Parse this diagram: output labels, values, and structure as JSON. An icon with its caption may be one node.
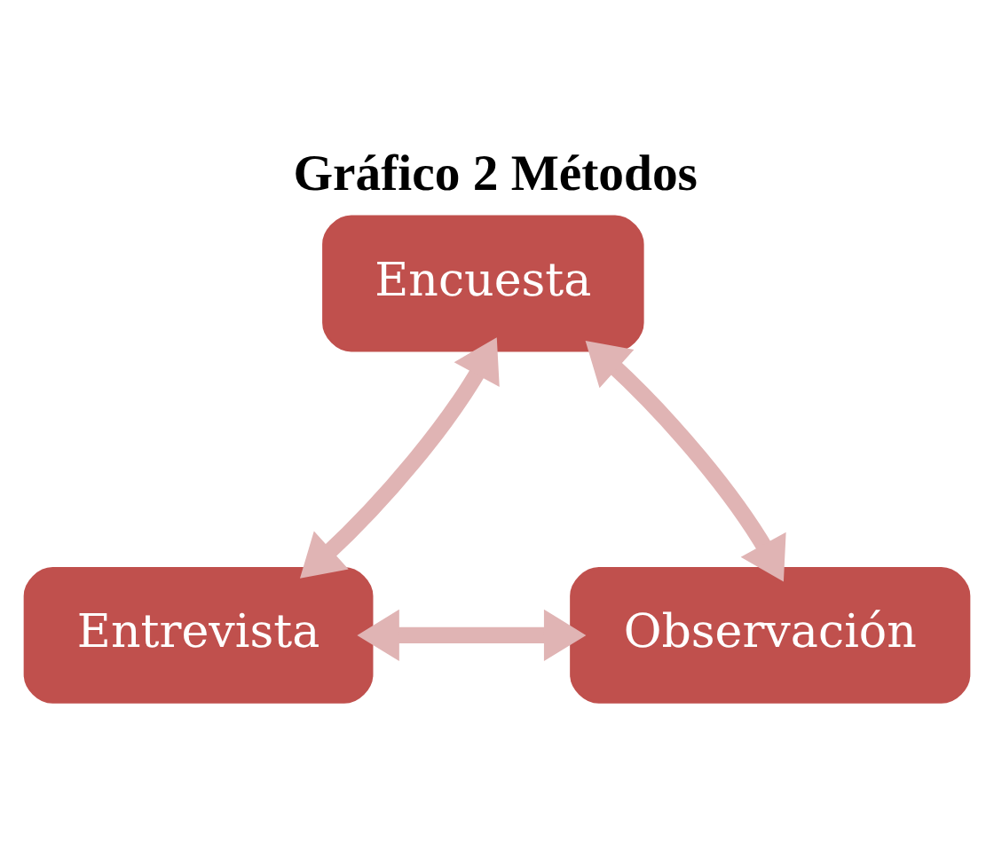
{
  "diagram": {
    "title": "Gráfico 2 Métodos",
    "nodes": [
      {
        "text": [
          "Encuesta"
        ]
      },
      {
        "text": [
          "Entrevista"
        ]
      },
      {
        "text": [
          "Observación"
        ]
      }
    ],
    "edges": [
      {
        "from": 1,
        "to": 0,
        "arrow": "both"
      },
      {
        "from": 0,
        "to": 2,
        "arrow": "both"
      },
      {
        "from": 1,
        "to": 2,
        "arrow": "both"
      }
    ]
  }
}
